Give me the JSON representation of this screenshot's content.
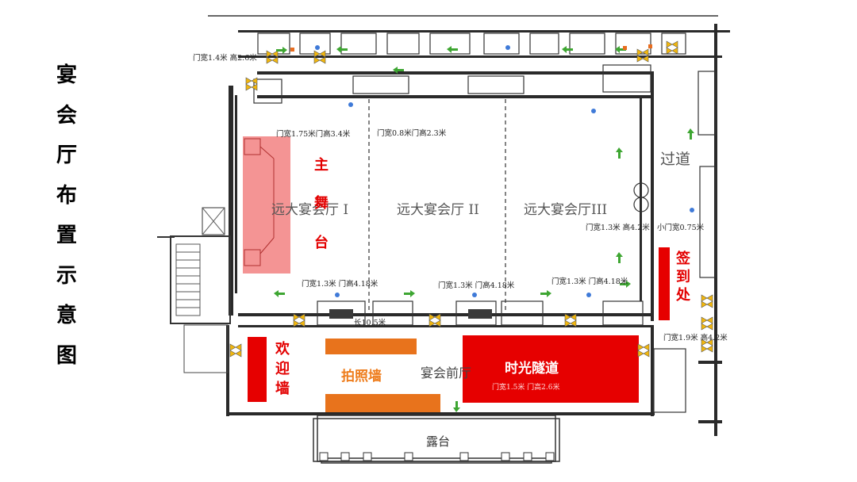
{
  "title_chars": [
    "宴",
    "会",
    "厅",
    "布",
    "置",
    "示",
    "意",
    "图"
  ],
  "rooms": {
    "hall_1": "远大宴会厅 I",
    "hall_2": "远大宴会厅 II",
    "hall_3": "远大宴会厅III",
    "corridor": "过道",
    "foyer": "宴会前厅",
    "terrace": "露台"
  },
  "zones": {
    "stage": [
      "主",
      "舞",
      "台"
    ],
    "signin": [
      "签",
      "到",
      "处"
    ],
    "welcome_wall": [
      "欢",
      "迎",
      "墙"
    ],
    "photo_wall": "拍照墙",
    "time_tunnel": "时光隧道"
  },
  "door_notes": {
    "top_left": "门宽1.4米  高2.6米",
    "top_mid_left": "门宽1.75米门高3.4米",
    "top_mid": "门宽0.8米门高2.3米",
    "right_upper": "门宽1.3米  高4.2米",
    "right_small": "小门宽0.75米",
    "bottom_1": "门宽1.3米  门高4.18米",
    "bottom_2": "门宽1.3米  门高4.18米",
    "bottom_3": "门宽1.3米  门高4.18米",
    "right_lower": "门宽1.9米  高4.2米",
    "foyer_door": "门宽1.5米  门高2.6米",
    "corridor_len": "长10.5米"
  },
  "colors": {
    "stage": "#f07070",
    "red_zone": "#e60000",
    "orange_zone": "#e8731c",
    "door": "#f2b70e",
    "arrow": "#3ea632",
    "text_red": "#e30000"
  }
}
